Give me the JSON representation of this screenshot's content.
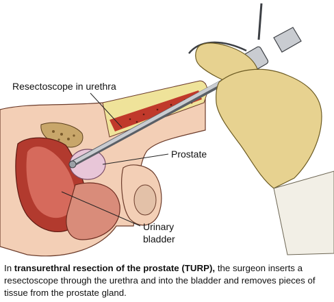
{
  "labels": {
    "resectoscope": "Resectoscope in urethra",
    "prostate": "Prostate",
    "bladder_line1": "Urinary",
    "bladder_line2": "bladder"
  },
  "caption": {
    "prefix": "In ",
    "bold": "transurethral resection of the prostate (TURP),",
    "rest": " the surgeon inserts a resectoscope through the urethra and into the bladder and removes pieces of tissue from the prostate gland."
  },
  "colors": {
    "skin": "#f3cfb6",
    "tissue_red": "#c0392b",
    "fat_yellow": "#efe39a",
    "prostate_pink": "#e8c6d8",
    "glove": "#e7d290",
    "instrument": "#c9ccd1"
  }
}
